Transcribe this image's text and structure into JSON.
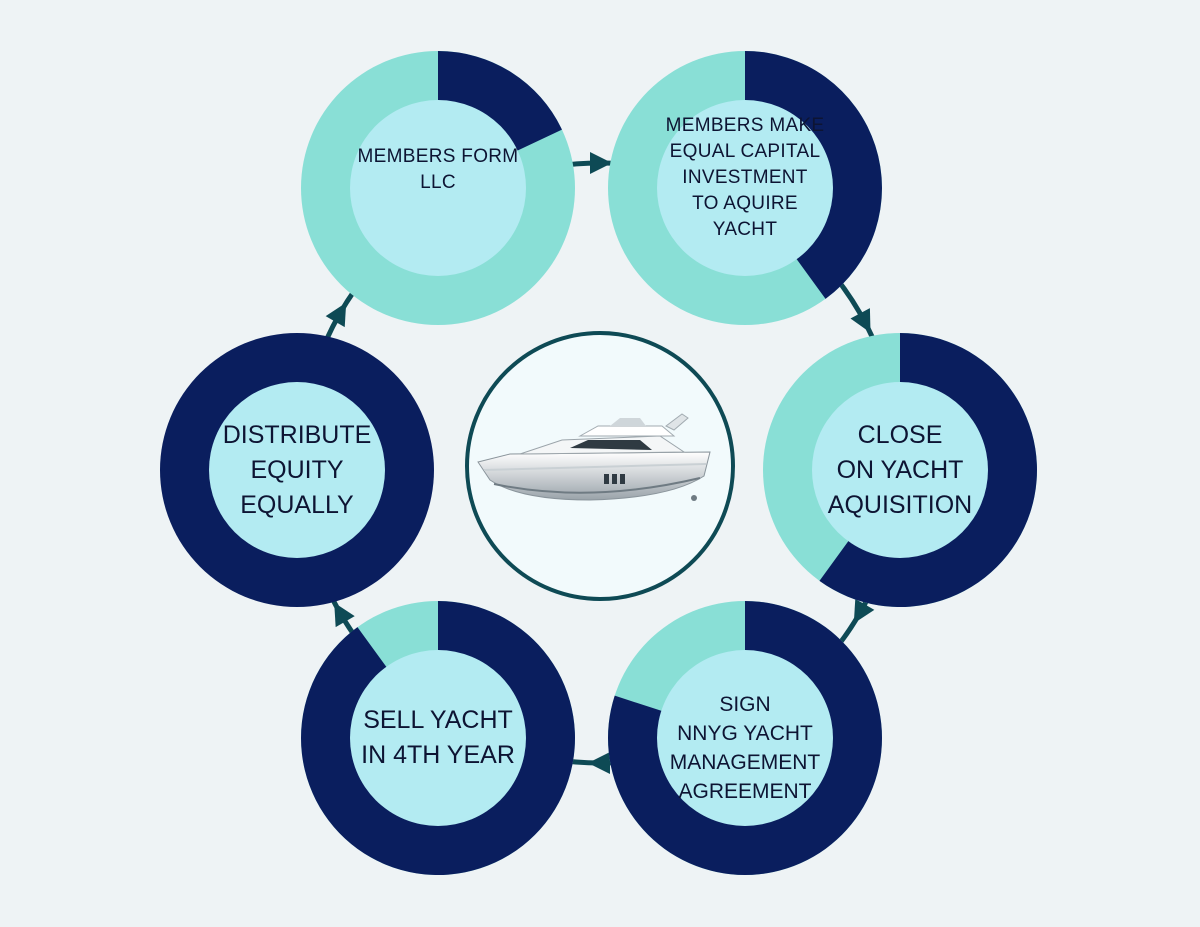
{
  "colors": {
    "background": "#eef3f5",
    "dark_navy": "#0a1e5e",
    "mint": "#89dfd6",
    "inner_light": "#b3ebf2",
    "connector": "#0e4a55",
    "center_fill": "#f2fafc"
  },
  "steps": [
    {
      "label": "MEMBERS FORM\nLLC",
      "progress": 0.18
    },
    {
      "label": "MEMBERS MAKE\nEQUAL CAPITAL\nINVESTMENT\nTO AQUIRE\nYACHT",
      "progress": 0.4
    },
    {
      "label": "CLOSE\nON  YACHT\nAQUISITION",
      "progress": 0.6
    },
    {
      "label": "SIGN\nNNYG YACHT\nMANAGEMENT\nAGREEMENT",
      "progress": 0.8
    },
    {
      "label": "SELL YACHT\nIN 4TH YEAR",
      "progress": 0.9
    },
    {
      "label": "DISTRIBUTE\nEQUITY\nEQUALLY",
      "progress": 1.0
    }
  ],
  "center": {
    "image": "yacht-image"
  }
}
